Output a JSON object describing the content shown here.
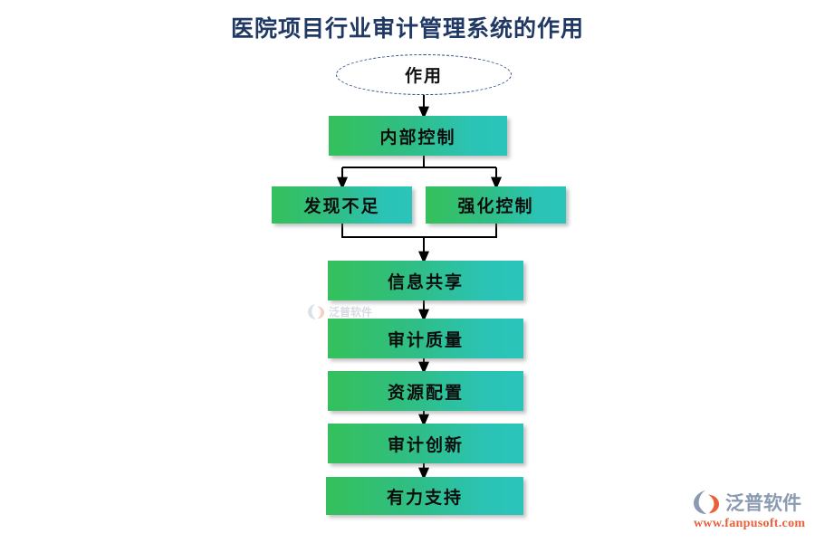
{
  "page": {
    "title": "医院项目行业审计管理系统的作用",
    "background_color": "#ffffff",
    "title_color": "#1f3864"
  },
  "diagram": {
    "type": "flowchart",
    "orientation": "top-to-bottom",
    "node_style": {
      "gradient_start": "#34c05e",
      "gradient_end": "#2ac4bb",
      "text_color": "#0d0d0d",
      "ellipse_border_color": "#2e4a86",
      "connector_color": "#000000"
    },
    "nodes": [
      {
        "id": "root",
        "label": "作用",
        "shape": "ellipse"
      },
      {
        "id": "internal-control",
        "label": "内部控制",
        "shape": "rect"
      },
      {
        "id": "find-gaps",
        "label": "发现不足",
        "shape": "rect"
      },
      {
        "id": "strengthen",
        "label": "强化控制",
        "shape": "rect"
      },
      {
        "id": "info-share",
        "label": "信息共享",
        "shape": "rect"
      },
      {
        "id": "audit-quality",
        "label": "审计质量",
        "shape": "rect"
      },
      {
        "id": "resource-alloc",
        "label": "资源配置",
        "shape": "rect"
      },
      {
        "id": "audit-innovation",
        "label": "审计创新",
        "shape": "rect"
      },
      {
        "id": "strong-support",
        "label": "有力支持",
        "shape": "rect"
      }
    ],
    "edges": [
      {
        "from": "root",
        "to": "internal-control"
      },
      {
        "from": "internal-control",
        "to": "find-gaps"
      },
      {
        "from": "internal-control",
        "to": "strengthen"
      },
      {
        "from": "find-gaps",
        "to": "info-share"
      },
      {
        "from": "strengthen",
        "to": "info-share"
      },
      {
        "from": "info-share",
        "to": "audit-quality"
      },
      {
        "from": "audit-quality",
        "to": "resource-alloc"
      },
      {
        "from": "resource-alloc",
        "to": "audit-innovation"
      },
      {
        "from": "audit-innovation",
        "to": "strong-support"
      }
    ]
  },
  "watermark": {
    "text": "泛普软件"
  },
  "brand": {
    "name": "泛普软件",
    "url": "www.fanpusoft.com",
    "name_color": "#8b9ab0",
    "url_color": "#e8603c"
  }
}
